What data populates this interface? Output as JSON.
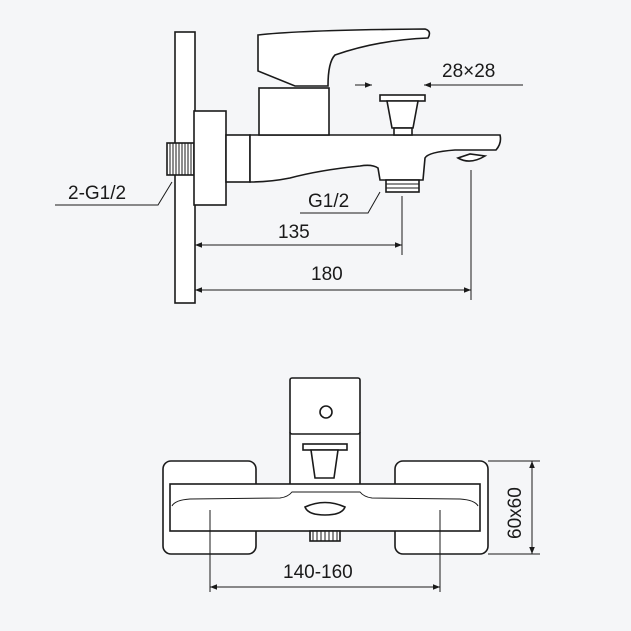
{
  "side_view": {
    "handle_size_label": "28×28",
    "wall_thread_label": "2-G1/2",
    "outlet_thread_label": "G1/2",
    "outlet_distance_label": "135",
    "spout_length_label": "180"
  },
  "front_view": {
    "center_distance_label": "140-160",
    "flange_size_label": "60x60"
  }
}
